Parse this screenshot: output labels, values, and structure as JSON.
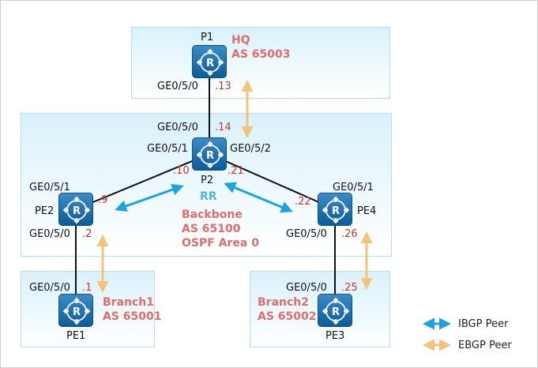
{
  "zones": {
    "hq": {
      "name": "HQ",
      "as": "AS 65003"
    },
    "backbone": {
      "name": "Backbone",
      "as": "AS 65100",
      "area": "OSPF Area 0",
      "rr": "RR"
    },
    "branch1": {
      "name": "Branch1",
      "as": "AS 65001"
    },
    "branch2": {
      "name": "Branch2",
      "as": "AS 65002"
    }
  },
  "routers": {
    "p1": {
      "name": "P1",
      "icon": "router-icon"
    },
    "p2": {
      "name": "P2",
      "icon": "router-icon"
    },
    "pe1": {
      "name": "PE1",
      "icon": "router-icon"
    },
    "pe2": {
      "name": "PE2",
      "icon": "router-icon"
    },
    "pe3": {
      "name": "PE3",
      "icon": "router-icon"
    },
    "pe4": {
      "name": "PE4",
      "icon": "router-icon"
    }
  },
  "interfaces": {
    "p1_if": "GE0/5/0",
    "p1_ip": ".13",
    "p2_if_top": "GE0/5/0",
    "p2_ip_top": ".14",
    "p2_if_left": "GE0/5/1",
    "p2_ip_left": ".10",
    "p2_if_right": "GE0/5/2",
    "p2_ip_right": ".21",
    "pe2_if_top": "GE0/5/1",
    "pe2_ip_top": ".9",
    "pe2_if_bottom": "GE0/5/0",
    "pe2_ip_bottom": ".2",
    "pe4_if_top": "GE0/5/1",
    "pe4_ip_top": ".22",
    "pe4_if_bottom": "GE0/5/0",
    "pe4_ip_bottom": ".26",
    "pe1_if": "GE0/5/0",
    "pe1_ip": ".1",
    "pe3_if": "GE0/5/0",
    "pe3_ip": ".25"
  },
  "legend": {
    "ibgp": {
      "label": "IBGP Peer",
      "color": "#1ba3e0"
    },
    "ebgp": {
      "label": "EBGP Peer",
      "color": "#f4c27a"
    }
  }
}
